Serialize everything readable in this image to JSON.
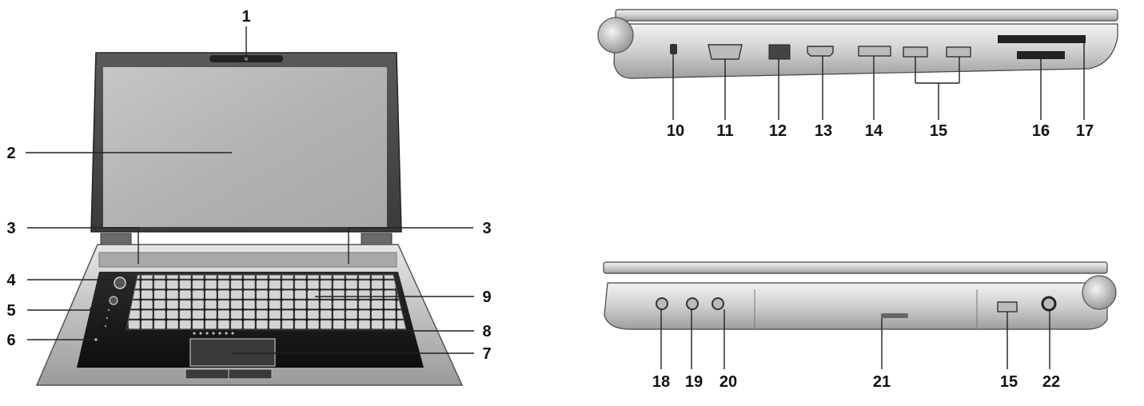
{
  "front_view": {
    "callouts": [
      {
        "n": "1"
      },
      {
        "n": "2"
      },
      {
        "n": "3"
      },
      {
        "n": "3"
      },
      {
        "n": "4"
      },
      {
        "n": "5"
      },
      {
        "n": "6"
      },
      {
        "n": "7"
      },
      {
        "n": "8"
      },
      {
        "n": "9"
      }
    ]
  },
  "left_side_view": {
    "callouts": [
      {
        "n": "10"
      },
      {
        "n": "11"
      },
      {
        "n": "12"
      },
      {
        "n": "13"
      },
      {
        "n": "14"
      },
      {
        "n": "15"
      },
      {
        "n": "16"
      },
      {
        "n": "17"
      }
    ]
  },
  "right_side_view": {
    "callouts": [
      {
        "n": "18"
      },
      {
        "n": "19"
      },
      {
        "n": "20"
      },
      {
        "n": "21"
      },
      {
        "n": "15"
      },
      {
        "n": "22"
      }
    ]
  }
}
